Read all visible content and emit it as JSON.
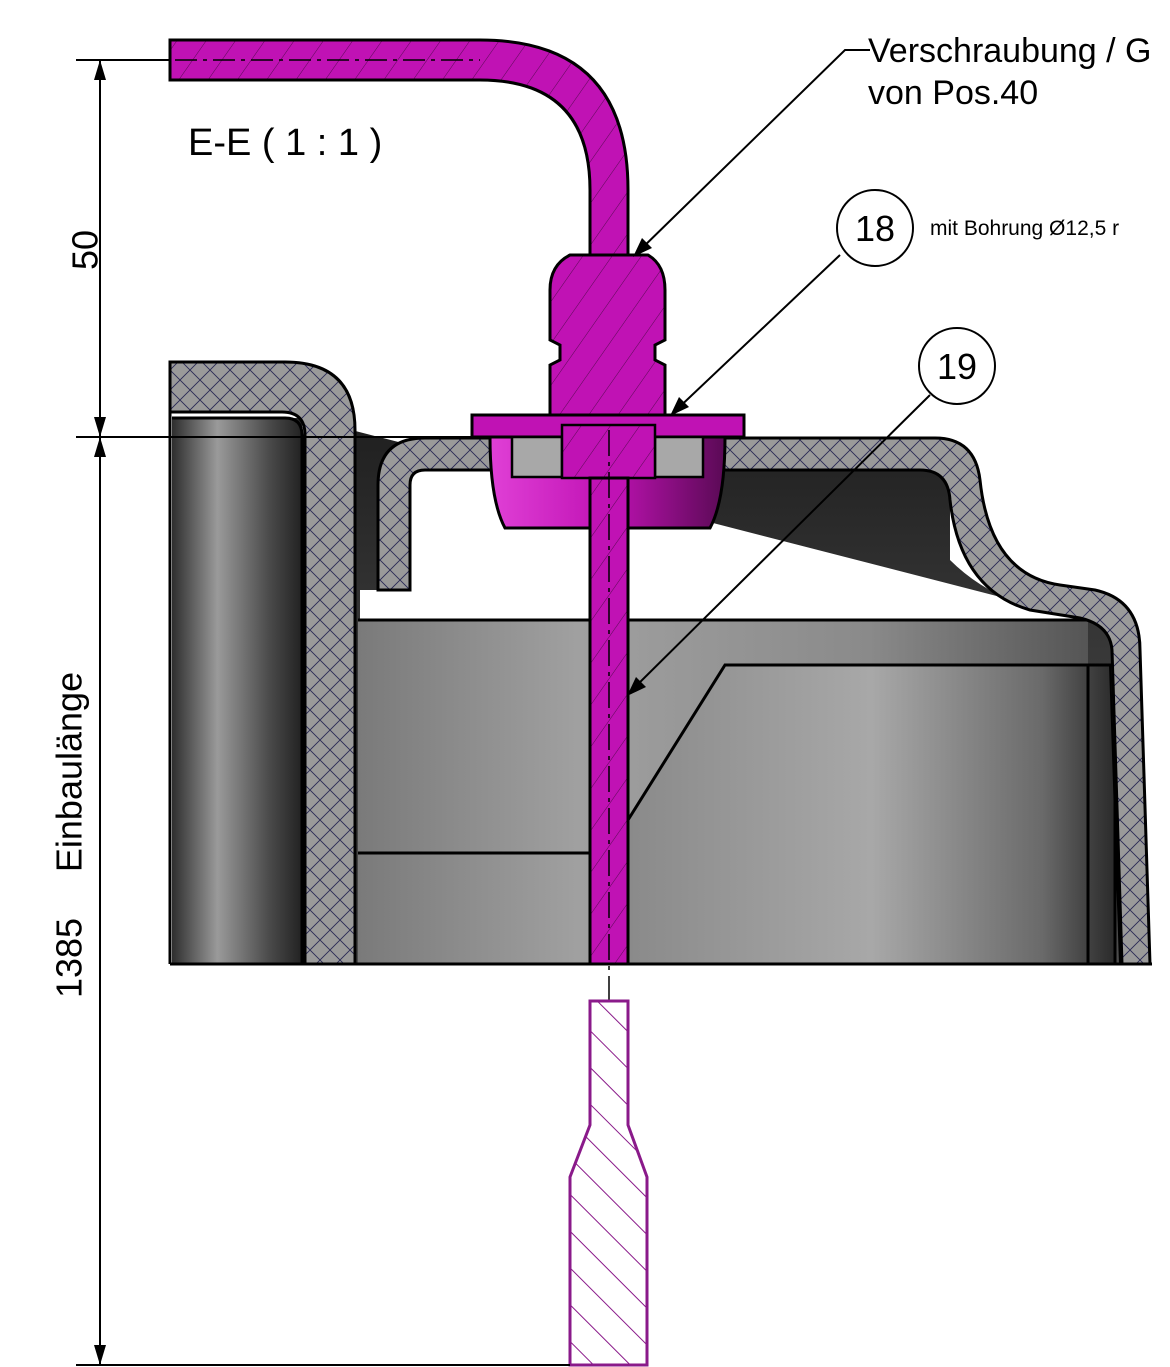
{
  "view": {
    "section_label": "E-E ( 1 : 1 )"
  },
  "callouts": {
    "fitting_line1": "Verschraubung / G",
    "fitting_line2": "von Pos.40",
    "item_18": "18",
    "item_18_note": "mit Bohrung  Ø12,5 r",
    "item_19": "19"
  },
  "dimensions": {
    "top_value": "50",
    "length_label": "Einbaulänge",
    "length_value": "1385"
  },
  "colors": {
    "magenta": "#c012b4",
    "magenta_outline": "#8a1a8a",
    "hatch_gray": "#9a9a9a",
    "dark_gray": "#3c3c3c",
    "mid_gray": "#8c8c8c",
    "line": "#000000"
  }
}
